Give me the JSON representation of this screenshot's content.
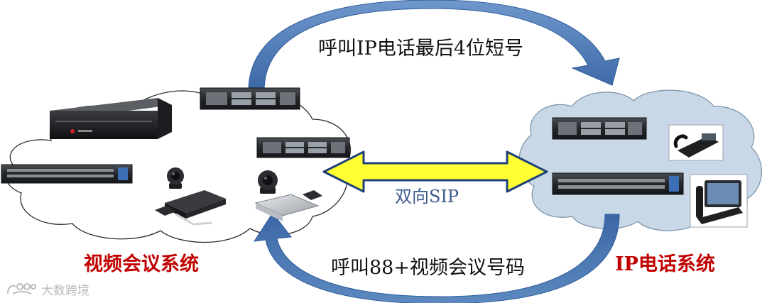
{
  "labels": {
    "top_arrow": "呼叫IP电话最后4位短号",
    "bottom_arrow": "呼叫88+视频会议号码",
    "middle_arrow": "双向SIP",
    "left_system": "视频会议系统",
    "right_system": "IP电话系统"
  },
  "watermark": "大数跨境",
  "icons": {
    "left_cloud": [
      "rack-server-icon",
      "polycom-mcu-icon",
      "rack-server-icon",
      "rack-server-icon",
      "video-camera-icon",
      "codec-box-icon",
      "conference-mic-icon"
    ],
    "right_cloud": [
      "rack-server-icon",
      "rack-server-icon",
      "ip-phone-icon",
      "video-phone-icon"
    ]
  },
  "colors": {
    "arrow_blue": "#4a78b6",
    "sip_arrow_yellow": "#ffff33",
    "right_cloud_fill": "#c8d8e6",
    "label_red": "#c00000",
    "sip_text_blue": "#3b5b8c"
  }
}
